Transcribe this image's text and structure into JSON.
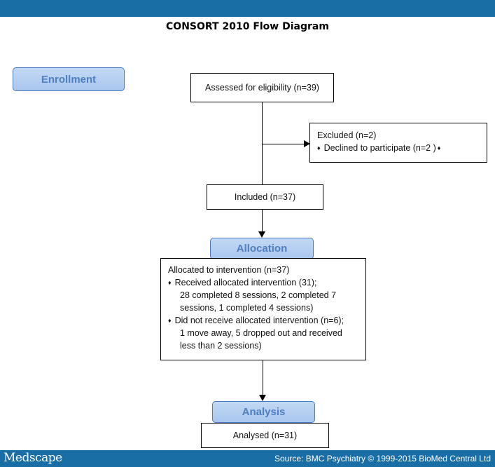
{
  "title": "CONSORT 2010 Flow Diagram",
  "stages": {
    "enrollment": "Enrollment",
    "allocation": "Allocation",
    "analysis": "Analysis"
  },
  "boxes": {
    "assessed": "Assessed for eligibility (n=39)",
    "excluded": {
      "title": "Excluded  (n=2)",
      "bullet": "♦",
      "item": "Declined to participate (n=2 )",
      "trailing_mark": "♦"
    },
    "included": "Included (n=37)",
    "allocated": {
      "title": "Allocated to intervention (n=37)",
      "bullet": "♦",
      "received": "Received allocated intervention (31);",
      "received_detail_1": "28 completed 8 sessions, 2 completed 7",
      "received_detail_2": "sessions, 1 completed 4 sessions)",
      "not_received": "Did not receive allocated intervention (n=6);",
      "not_received_detail_1": "1 move away, 5 dropped out and received",
      "not_received_detail_2": "less than 2 sessions)"
    },
    "analysed": "Analysed  (n=31)"
  },
  "footer": {
    "logo": "Medscape",
    "source": "Source: BMC Psychiatry © 1999-2015 BioMed Central Ltd"
  },
  "colors": {
    "header_bar": "#1a6ea6",
    "stage_fill": "#b5cff1",
    "stage_text": "#4f7fbf"
  }
}
